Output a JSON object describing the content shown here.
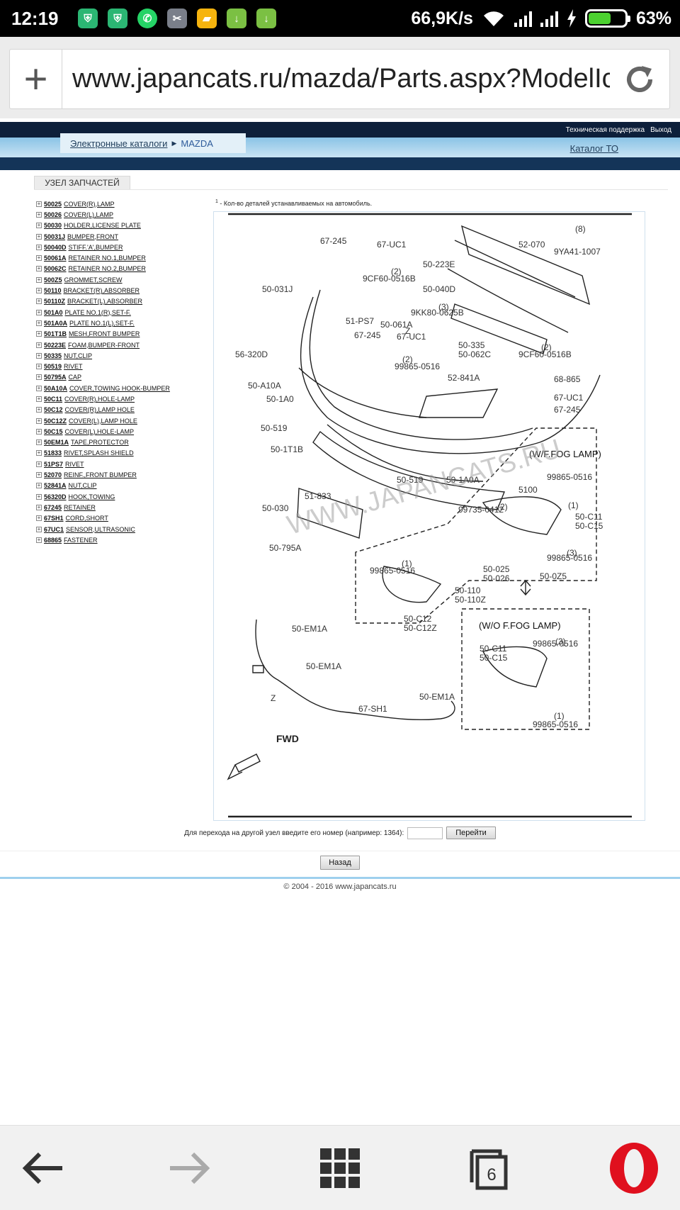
{
  "statusbar": {
    "time": "12:19",
    "speed": "66,9K/s",
    "battery": "63%",
    "battery_level": 0.63
  },
  "browser": {
    "url": "www.japancats.ru/mazda/Parts.aspx?ModelIc",
    "tabs_count": "6"
  },
  "site": {
    "support": "Техническая поддержка",
    "logout": "Выход",
    "breadcrumb_root": "Электронные каталоги",
    "breadcrumb_current": "MAZDA",
    "catalog_to": "Каталог ТО",
    "section_tab": "УЗЕЛ ЗАПЧАСТЕЙ",
    "footnote_mark": "1",
    "footnote": " - Кол-во деталей устанавливаемых на автомобиль."
  },
  "parts": [
    {
      "code": "50025",
      "desc": "COVER(R),LAMP"
    },
    {
      "code": "50026",
      "desc": "COVER(L),LAMP"
    },
    {
      "code": "50030",
      "desc": "HOLDER,LICENSE PLATE"
    },
    {
      "code": "50031J",
      "desc": "BUMPER,FRONT"
    },
    {
      "code": "50040D",
      "desc": "STIFF.'A',BUMPER"
    },
    {
      "code": "50061A",
      "desc": "RETAINER NO.1,BUMPER"
    },
    {
      "code": "50062C",
      "desc": "RETAINER NO.2,BUMPER"
    },
    {
      "code": "500Z5",
      "desc": "GROMMET,SCREW"
    },
    {
      "code": "50110",
      "desc": "BRACKET(R),ABSORBER"
    },
    {
      "code": "50110Z",
      "desc": "BRACKET(L),ABSORBER"
    },
    {
      "code": "501A0",
      "desc": "PLATE NO.1(R),SET-F."
    },
    {
      "code": "501A0A",
      "desc": "PLATE NO.1(L),SET-F."
    },
    {
      "code": "501T1B",
      "desc": "MESH,FRONT BUMPER"
    },
    {
      "code": "50223E",
      "desc": "FOAM,BUMPER-FRONT"
    },
    {
      "code": "50335",
      "desc": "NUT,CLIP"
    },
    {
      "code": "50519",
      "desc": "RIVET"
    },
    {
      "code": "50795A",
      "desc": "CAP"
    },
    {
      "code": "50A10A",
      "desc": "COVER,TOWING HOOK-BUMPER"
    },
    {
      "code": "50C11",
      "desc": "COVER(R),HOLE-LAMP"
    },
    {
      "code": "50C12",
      "desc": "COVER(R),LAMP HOLE"
    },
    {
      "code": "50C12Z",
      "desc": "COVER(L),LAMP HOLE"
    },
    {
      "code": "50C15",
      "desc": "COVER(L),HOLE-LAMP"
    },
    {
      "code": "50EM1A",
      "desc": "TAPE,PROTECTOR"
    },
    {
      "code": "51833",
      "desc": "RIVET,SPLASH SHIELD"
    },
    {
      "code": "51PS7",
      "desc": "RIVET"
    },
    {
      "code": "52070",
      "desc": "REINF.,FRONT BUMPER"
    },
    {
      "code": "52841A",
      "desc": "NUT,CLIP"
    },
    {
      "code": "56320D",
      "desc": "HOOK,TOWING"
    },
    {
      "code": "67245",
      "desc": "RETAINER"
    },
    {
      "code": "67SH1",
      "desc": "CORD,SHORT"
    },
    {
      "code": "67UC1",
      "desc": "SENSOR,ULTRASONIC"
    },
    {
      "code": "68865",
      "desc": "FASTENER"
    }
  ],
  "diagram": {
    "watermark": "WWW.JAPANCATS.RU",
    "labels": [
      "67-245",
      "67-UC1",
      "9CF60-0516B",
      "52-070",
      "9YA41-1007",
      "50-223E",
      "50-031J",
      "50-040D",
      "9KK80-0625B",
      "51-PS7",
      "50-061A",
      "67-245",
      "67-UC1",
      "50-335",
      "56-320D",
      "99865-0516",
      "50-062C",
      "9CF60-0516B",
      "50-A10A",
      "52-841A",
      "68-865",
      "50-1A0",
      "67-UC1",
      "67-245",
      "50-519",
      "50-1T1B",
      "(W/F.FOG LAMP)",
      "50-519",
      "50-1A0A",
      "99865-0516",
      "5100",
      "51-833",
      "99735-0412",
      "50-030",
      "50-C11",
      "50-C15",
      "50-795A",
      "99865-0516",
      "99865-0516",
      "50-025",
      "50-026",
      "50-0Z5",
      "50-110",
      "50-110Z",
      "50-C12",
      "50-C12Z",
      "(W/O F.FOG LAMP)",
      "50-EM1A",
      "50-C11",
      "50-C15",
      "99865-0516",
      "50-EM1A",
      "67-SH1",
      "50-EM1A",
      "99865-0516",
      "FWD",
      "Z",
      "Z",
      "(2)",
      "(8)",
      "(3)",
      "(2)",
      "(2)",
      "(2)",
      "(3)",
      "(1)",
      "(1)",
      "(3)",
      "(1)"
    ]
  },
  "jump": {
    "text": "Для перехода на другой узел введите его номер (например: 1364):",
    "go": "Перейти"
  },
  "back_label": "Назад",
  "copyright": "© 2004 - 2016 www.japancats.ru"
}
